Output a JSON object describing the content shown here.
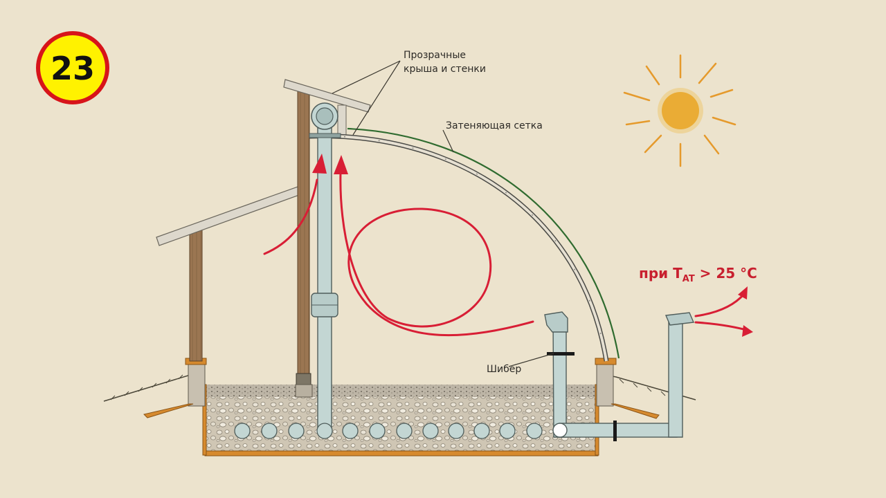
{
  "badge": {
    "number": "23"
  },
  "labels": {
    "roof_walls_line1": "Прозрачные",
    "roof_walls_line2": "крыша и стенки",
    "shade_net": "Затеняющая сетка",
    "damper": "Шибер"
  },
  "condition": {
    "prefix": "при T",
    "subscript": "AT",
    "suffix": " > 25 °C"
  },
  "colors": {
    "background": "#ece3cd",
    "badge_fill": "#fff200",
    "badge_ring": "#d7141a",
    "airflow": "#d81e35",
    "pipe": "#c3d6d3",
    "wood": "#9b7652",
    "foundation": "#d68a2e",
    "shade_net": "#2f6b2f",
    "sun": "#e6a020"
  },
  "icons": {
    "sun": "sun-icon",
    "badge": "number-badge"
  }
}
